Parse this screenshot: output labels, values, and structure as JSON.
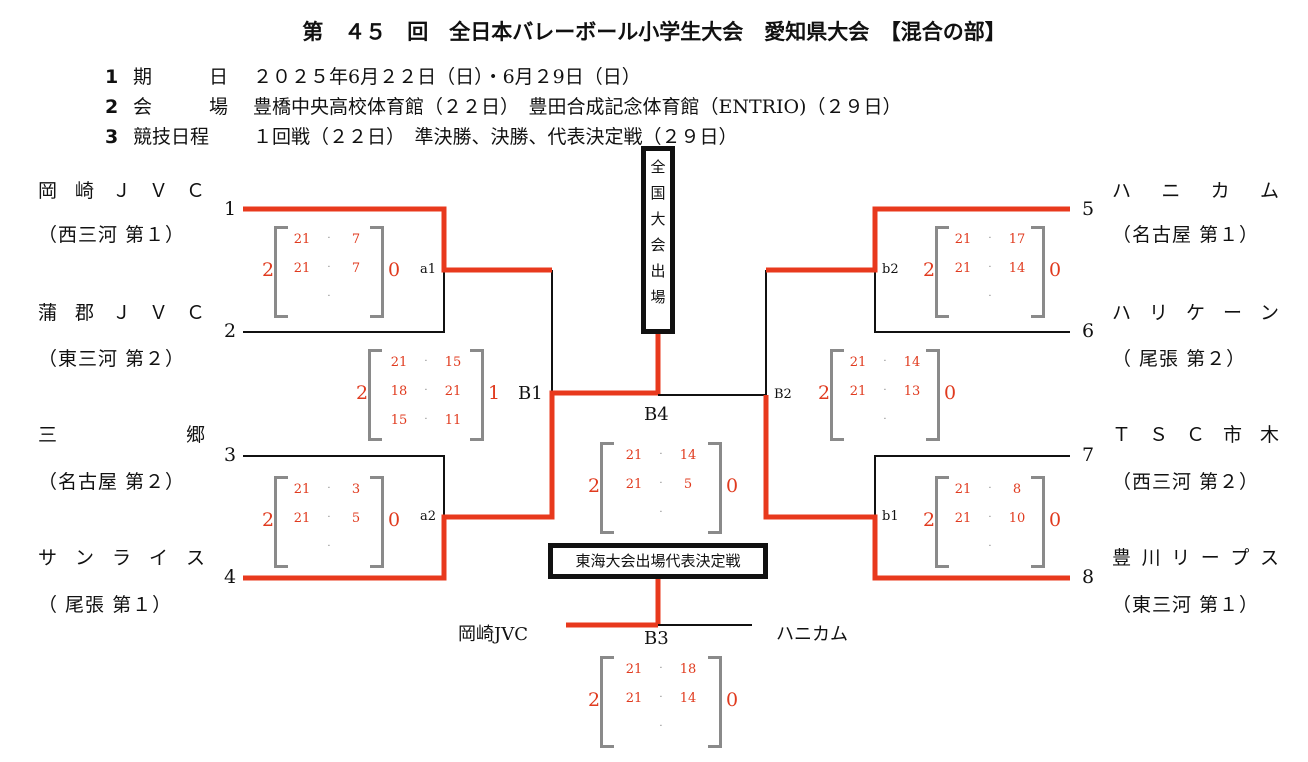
{
  "header": {
    "title": "第　４５　回　全日本バレーボール小学生大会　愛知県大会　【混合の部】",
    "items": [
      {
        "num": "1",
        "key": "期　　　日",
        "value": "２０２５年6月２２日（日）・6月２9日（日）"
      },
      {
        "num": "2",
        "key": "会　　　場",
        "value": "豊橋中央高校体育館（２２日）　豊田合成記念体育館（ENTRIO)（２９日）"
      },
      {
        "num": "3",
        "key": "競技日程",
        "value": "１回戦（２２日）　準決勝、決勝、代表決定戦（２９日）"
      }
    ]
  },
  "teams": [
    {
      "seed": "1",
      "name": "岡崎ＪＶＣ",
      "region": "（西三河 第１）"
    },
    {
      "seed": "2",
      "name": "蒲郡ＪＶＣ",
      "region": "（東三河 第２）"
    },
    {
      "seed": "3",
      "name": "三郷",
      "region": "（名古屋 第２）"
    },
    {
      "seed": "4",
      "name": "サンライス",
      "region": "（ 尾張 第１）"
    },
    {
      "seed": "5",
      "name": "ハニカム",
      "region": "（名古屋 第１）"
    },
    {
      "seed": "6",
      "name": "ハリケーン",
      "region": "（ 尾張 第２）"
    },
    {
      "seed": "7",
      "name": "ＴＳＣ市木",
      "region": "（西三河 第２）"
    },
    {
      "seed": "8",
      "name": "豊川リープス",
      "region": "（東三河 第１）"
    }
  ],
  "labels": {
    "a1": "a1",
    "a2": "a2",
    "b1": "b1",
    "b2": "b2",
    "B1": "B1",
    "B2": "B2",
    "B3": "B3",
    "B4": "B4",
    "national": "全国大会出場",
    "tokai": "東海大会出場代表決定戦",
    "b3_left": "岡崎JVC",
    "b3_right": "ハニカム"
  },
  "matches": {
    "a1": {
      "left": "2",
      "right": "0",
      "sets": [
        [
          "21",
          "7"
        ],
        [
          "21",
          "7"
        ],
        [
          "",
          ""
        ]
      ]
    },
    "a2": {
      "left": "2",
      "right": "0",
      "sets": [
        [
          "21",
          "3"
        ],
        [
          "21",
          "5"
        ],
        [
          "",
          ""
        ]
      ]
    },
    "b2": {
      "left": "2",
      "right": "0",
      "sets": [
        [
          "21",
          "17"
        ],
        [
          "21",
          "14"
        ],
        [
          "",
          ""
        ]
      ]
    },
    "b1": {
      "left": "2",
      "right": "0",
      "sets": [
        [
          "21",
          "8"
        ],
        [
          "21",
          "10"
        ],
        [
          "",
          ""
        ]
      ]
    },
    "B1": {
      "left": "2",
      "right": "1",
      "sets": [
        [
          "21",
          "15"
        ],
        [
          "18",
          "21"
        ],
        [
          "15",
          "11"
        ]
      ]
    },
    "B2": {
      "left": "2",
      "right": "0",
      "sets": [
        [
          "21",
          "14"
        ],
        [
          "21",
          "13"
        ],
        [
          "",
          ""
        ]
      ]
    },
    "B4": {
      "left": "2",
      "right": "0",
      "sets": [
        [
          "21",
          "14"
        ],
        [
          "21",
          "5"
        ],
        [
          "",
          ""
        ]
      ]
    },
    "B3": {
      "left": "2",
      "right": "0",
      "sets": [
        [
          "21",
          "18"
        ],
        [
          "21",
          "14"
        ],
        [
          "",
          ""
        ]
      ]
    }
  },
  "colors": {
    "win": "#e8391d",
    "line": "#111111",
    "bracket": "#8a8a8a",
    "score": "#e03a1e"
  }
}
